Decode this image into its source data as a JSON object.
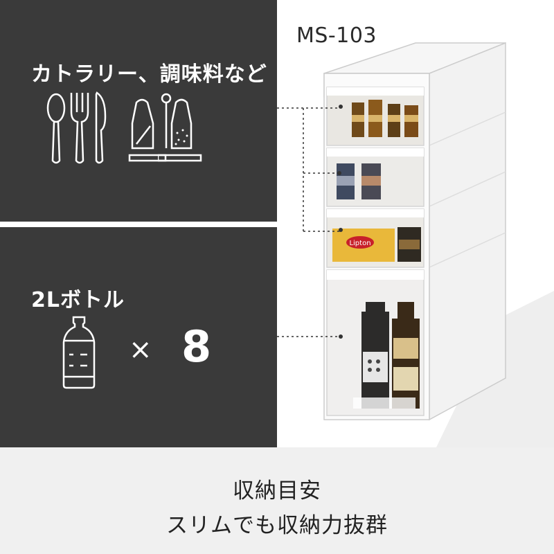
{
  "panels": {
    "top": {
      "title": "カトラリー、調味料など"
    },
    "bottom": {
      "title": "2Lボトル",
      "multiplier": "×",
      "count": "8"
    }
  },
  "product": {
    "model": "MS-103",
    "drawer_contents": {
      "drawer_3_box_brand": "Lipton"
    }
  },
  "caption": {
    "line1": "収納目安",
    "line2": "スリムでも収納力抜群"
  },
  "colors": {
    "panel_background": "#3a3a3a",
    "caption_background": "#f0f0f0",
    "panel_text": "#ffffff"
  },
  "icons": [
    "spoon-icon",
    "fork-icon",
    "knife-icon",
    "salt-shaker-icon",
    "pepper-shaker-icon",
    "bottle-icon"
  ]
}
